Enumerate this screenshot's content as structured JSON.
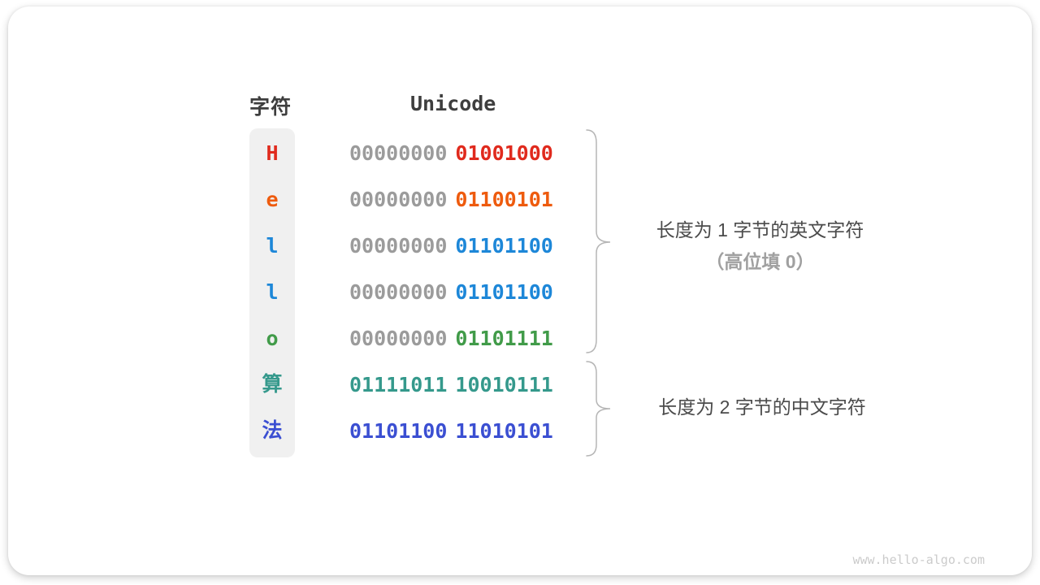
{
  "header": {
    "char_col": "字符",
    "unicode_col": "Unicode"
  },
  "rows": [
    {
      "char": "H",
      "color": "#e02a1d",
      "byte1": "00000000",
      "byte1_color": "#9b9b9b",
      "byte2": "01001000",
      "byte2_color": "#e02a1d"
    },
    {
      "char": "e",
      "color": "#ee5b0e",
      "byte1": "00000000",
      "byte1_color": "#9b9b9b",
      "byte2": "01100101",
      "byte2_color": "#ee5b0e"
    },
    {
      "char": "l",
      "color": "#1d87d8",
      "byte1": "00000000",
      "byte1_color": "#9b9b9b",
      "byte2": "01101100",
      "byte2_color": "#1d87d8"
    },
    {
      "char": "l",
      "color": "#1d87d8",
      "byte1": "00000000",
      "byte1_color": "#9b9b9b",
      "byte2": "01101100",
      "byte2_color": "#1d87d8"
    },
    {
      "char": "o",
      "color": "#419b49",
      "byte1": "00000000",
      "byte1_color": "#9b9b9b",
      "byte2": "01101111",
      "byte2_color": "#419b49"
    },
    {
      "char": "算",
      "color": "#35998c",
      "byte1": "01111011",
      "byte1_color": "#35998c",
      "byte2": "10010111",
      "byte2_color": "#35998c"
    },
    {
      "char": "法",
      "color": "#3b4fd2",
      "byte1": "01101100",
      "byte1_color": "#3b4fd2",
      "byte2": "11010101",
      "byte2_color": "#3b4fd2"
    }
  ],
  "annotations": {
    "english": {
      "line1": "长度为 1 字节的英文字符",
      "line2": "（高位填 0）"
    },
    "chinese": {
      "line1": "长度为 2 字节的中文字符"
    }
  },
  "watermark": "www.hello-algo.com",
  "colors": {
    "zero_padding_gray": "#9b9b9b",
    "column_background": "#f0f0f0",
    "brace_gray": "#b5b5b5",
    "annotation_dark": "#4b4b4b",
    "annotation_gray": "#a0a0a0"
  }
}
